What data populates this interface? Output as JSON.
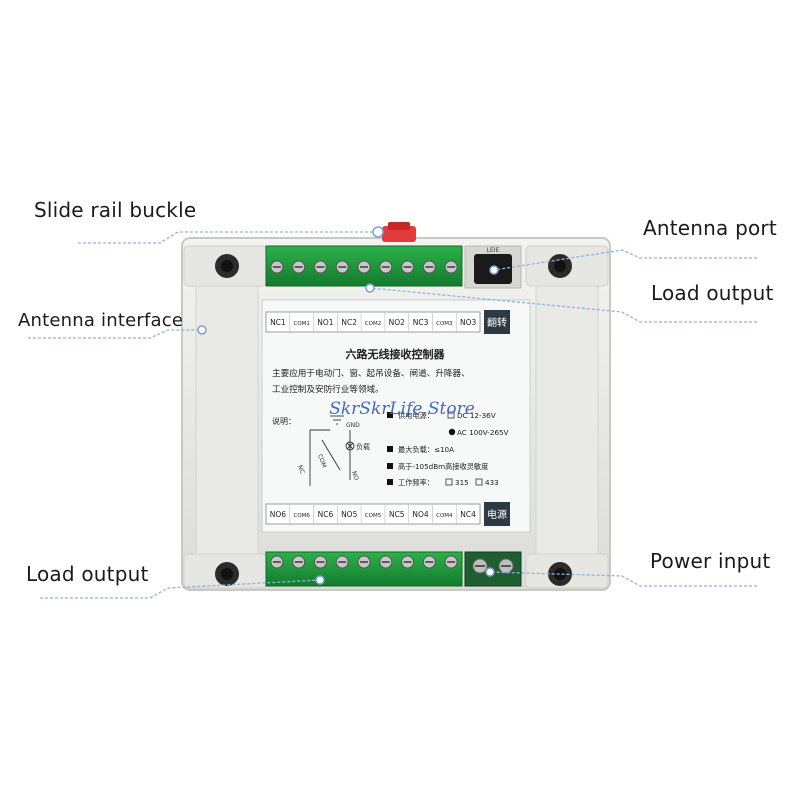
{
  "callouts": {
    "slide_rail_buckle": "Slide rail buckle",
    "antenna_interface": "Antenna interface",
    "load_output_left": "Load output",
    "antenna_port": "Antenna port",
    "load_output_right": "Load output",
    "power_input": "Power input"
  },
  "watermark": "SkrSkrLife Store",
  "module": {
    "top_terminals": [
      "NC1",
      "COM1",
      "NO1",
      "NC2",
      "COM2",
      "NO2",
      "NC3",
      "COM3",
      "NO3"
    ],
    "bottom_terminals": [
      "NO6",
      "COM6",
      "NC6",
      "NO5",
      "COM5",
      "NC5",
      "NO4",
      "COM4",
      "NC4"
    ],
    "top_right_badge": "翻转",
    "power_badge": "电源",
    "antenna_jack_label": "LEIE",
    "title": "六路无线接收控制器",
    "desc_line1": "主要应用于电动门、窗、起吊设备、闸道、升降器、",
    "desc_line2": "工业控制及安防行业等领域。",
    "note_label": "说明：",
    "diagram": {
      "gnd": "GND",
      "load": "负载",
      "nc": "NC",
      "com": "COM",
      "no": "NO"
    },
    "specs": {
      "supply_label": "供电电源：",
      "dc": "DC 12-36V",
      "ac": "AC 100V-265V",
      "max_load": "最大负载：≤10A",
      "sensitivity": "高于-105dBm高接收灵敏度",
      "freq_label": "工作频率：",
      "freq_315": "315",
      "freq_433": "433"
    }
  },
  "colors": {
    "housing": "#ececea",
    "housing_edge": "#c9c9c4",
    "label_bg": "#f7f8f8",
    "terminal_green": "#1d9a3a",
    "terminal_dark": "#0f6a25",
    "guide_line": "#8fb3d9",
    "badge_dark": "#2d3a44",
    "watermark": "#2f58c7"
  }
}
